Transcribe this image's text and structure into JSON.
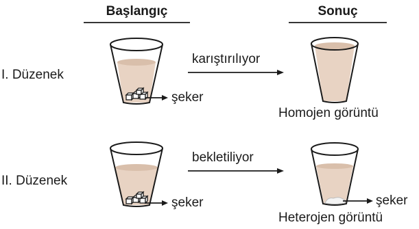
{
  "headers": {
    "start": "Başlangıç",
    "result": "Sonuç"
  },
  "setups": [
    {
      "name": "I. Düzenek",
      "action": "karıştırılıyor",
      "start_label": "şeker",
      "result_label": "Homojen görüntü"
    },
    {
      "name": "II. Düzenek",
      "action": "bekletiliyor",
      "start_label": "şeker",
      "result_label": "Heterojen görüntü",
      "result_side_label": "şeker"
    }
  ],
  "colors": {
    "liquid": "#e8d3c3",
    "liquid_top": "#d9bfab",
    "outline": "#1a1a1a"
  },
  "icons": [
    "cup",
    "sugar-cubes",
    "arrow",
    "sediment"
  ]
}
